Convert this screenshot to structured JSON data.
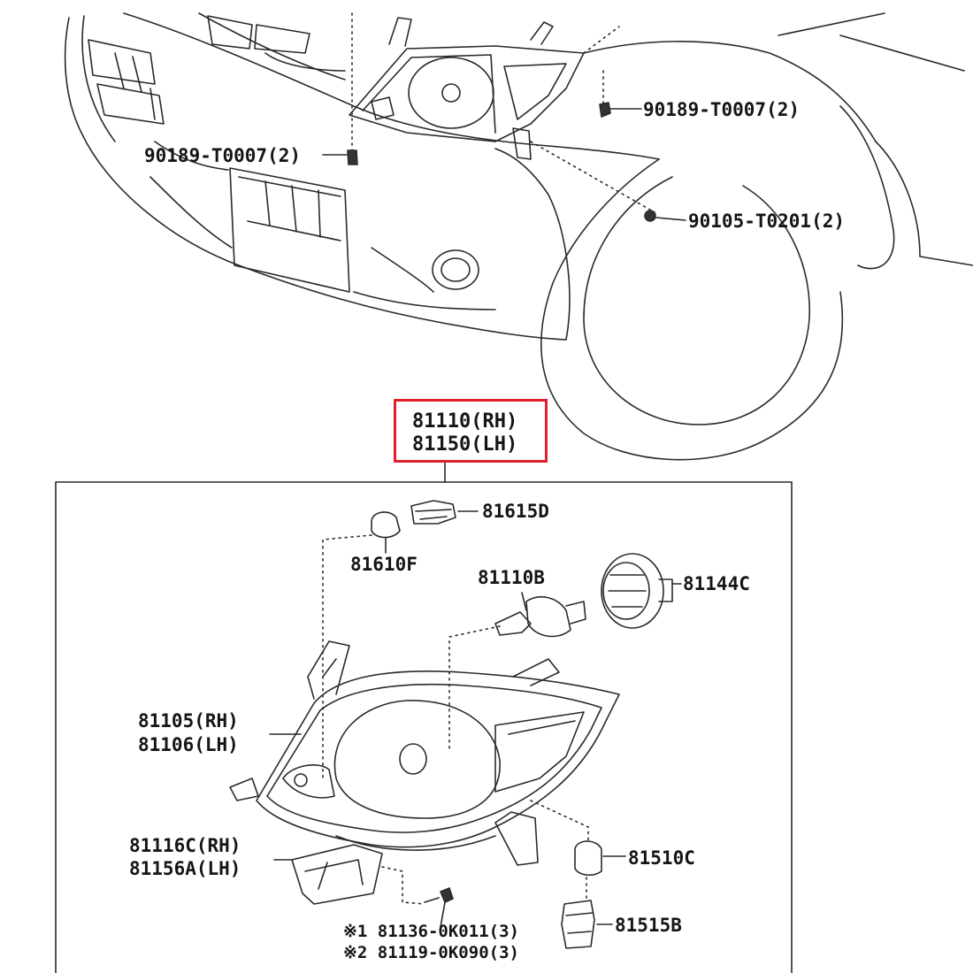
{
  "highlight": {
    "line1": "81110(RH)",
    "line2": "81150(LH)",
    "border_color": "#e0202c"
  },
  "labels": {
    "clip_right": "90189-T0007(2)",
    "clip_left": "90189-T0007(2)",
    "screw": "90105-T0201(2)",
    "socket_side": "81615D",
    "bulb_side": "81610F",
    "bulb_head": "81110B",
    "cover": "81144C",
    "unit_rh": "81105(RH)",
    "unit_lh": "81106(LH)",
    "bracket_rh": "81116C(RH)",
    "bracket_lh": "81156A(LH)",
    "bulb_turn": "81510C",
    "socket_turn": "81515B",
    "screw_1": "※1 81136-0K011(3)",
    "screw_2": "※2 81119-0K090(3)"
  },
  "icons": [
    "clip-icon",
    "screw-icon",
    "bulb-icon",
    "socket-icon",
    "cover-icon",
    "headlamp-icon",
    "bracket-icon"
  ]
}
